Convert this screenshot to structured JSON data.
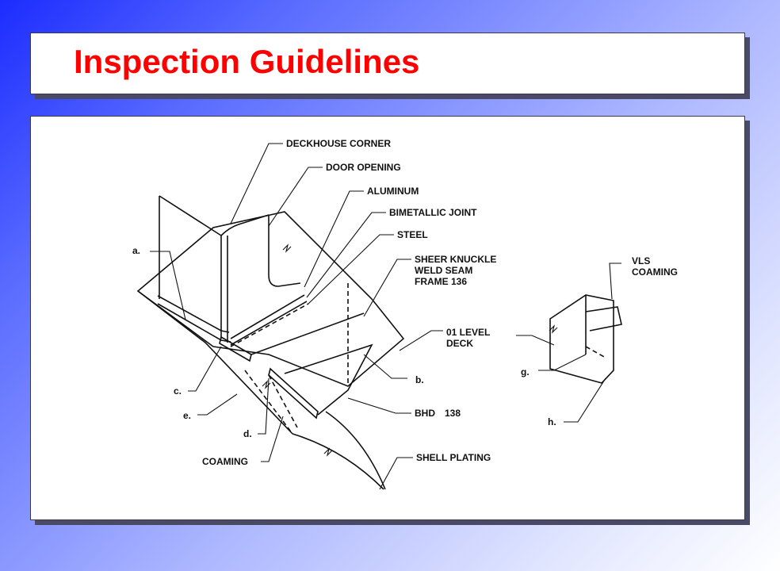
{
  "title": "Inspection Guidelines",
  "diagram": {
    "labels": {
      "deckhouse_corner": "DECKHOUSE CORNER",
      "door_opening": "DOOR OPENING",
      "aluminum": "ALUMINUM",
      "bimetallic_joint": "BIMETALLIC JOINT",
      "steel": "STEEL",
      "sheer_knuckle_1": "SHEER KNUCKLE",
      "sheer_knuckle_2": "WELD SEAM",
      "sheer_knuckle_3": "FRAME 136",
      "level_deck_1": "01 LEVEL",
      "level_deck_2": "DECK",
      "bhd": "BHD",
      "frame_138": "138",
      "shell_plating": "SHELL PLATING",
      "coaming": "COAMING",
      "vls_coaming_1": "VLS",
      "vls_coaming_2": "COAMING",
      "a": "a.",
      "b": "b.",
      "c": "c.",
      "d": "d.",
      "e": "e.",
      "g": "g.",
      "h": "h."
    }
  }
}
